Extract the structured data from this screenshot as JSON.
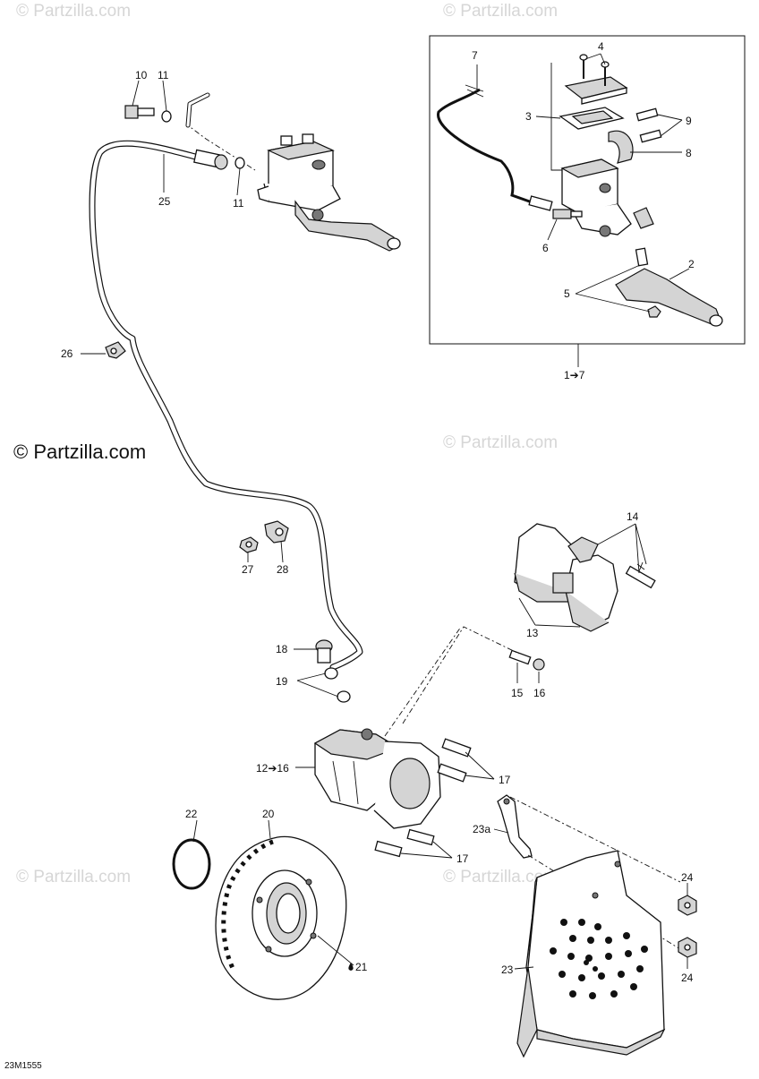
{
  "watermarks": {
    "top_left": "© Partzilla.com",
    "top_right": "© Partzilla.com",
    "mid_left": "© Partzilla.com",
    "mid_right": "© Partzilla.com",
    "bottom_left": "© Partzilla.com",
    "bottom_right": "© Partzilla.com"
  },
  "diagram_code": "23M1555",
  "callouts": {
    "p10": "10",
    "p11a": "11",
    "p11b": "11",
    "p25": "25",
    "p26": "26",
    "p27": "27",
    "p28": "28",
    "p18": "18",
    "p19": "19",
    "p12_16": "12➔16",
    "p22": "22",
    "p20": "20",
    "p21": "21",
    "p7": "7",
    "p4": "4",
    "p3": "3",
    "p9": "9",
    "p8": "8",
    "p6": "6",
    "p2": "2",
    "p5": "5",
    "p1_7": "1➔7",
    "p14": "14",
    "p13": "13",
    "p15": "15",
    "p16": "16",
    "p17a": "17",
    "p17b": "17",
    "p23a": "23a",
    "p23": "23",
    "p24a": "24",
    "p24b": "24"
  }
}
